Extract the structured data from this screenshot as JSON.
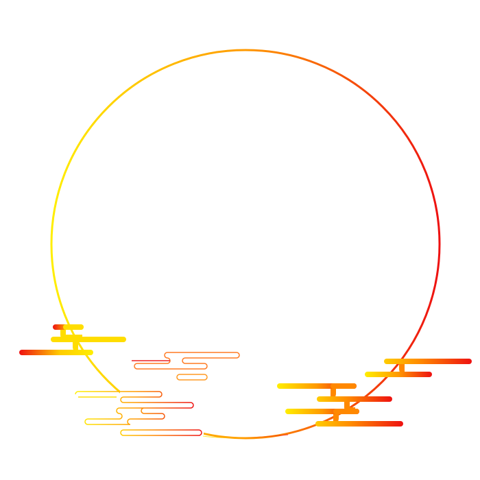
{
  "artwork": {
    "kind": "decorative-frame",
    "colors": {
      "background": "#ffffff",
      "yellow": "#ffee00",
      "orange": "#ff8c00",
      "red": "#ee1111"
    },
    "elements": [
      "circle-frame",
      "cloud-left-solid",
      "cloud-left-outline-upper",
      "cloud-left-outline-lower",
      "cloud-right-lower",
      "cloud-right-upper"
    ]
  }
}
